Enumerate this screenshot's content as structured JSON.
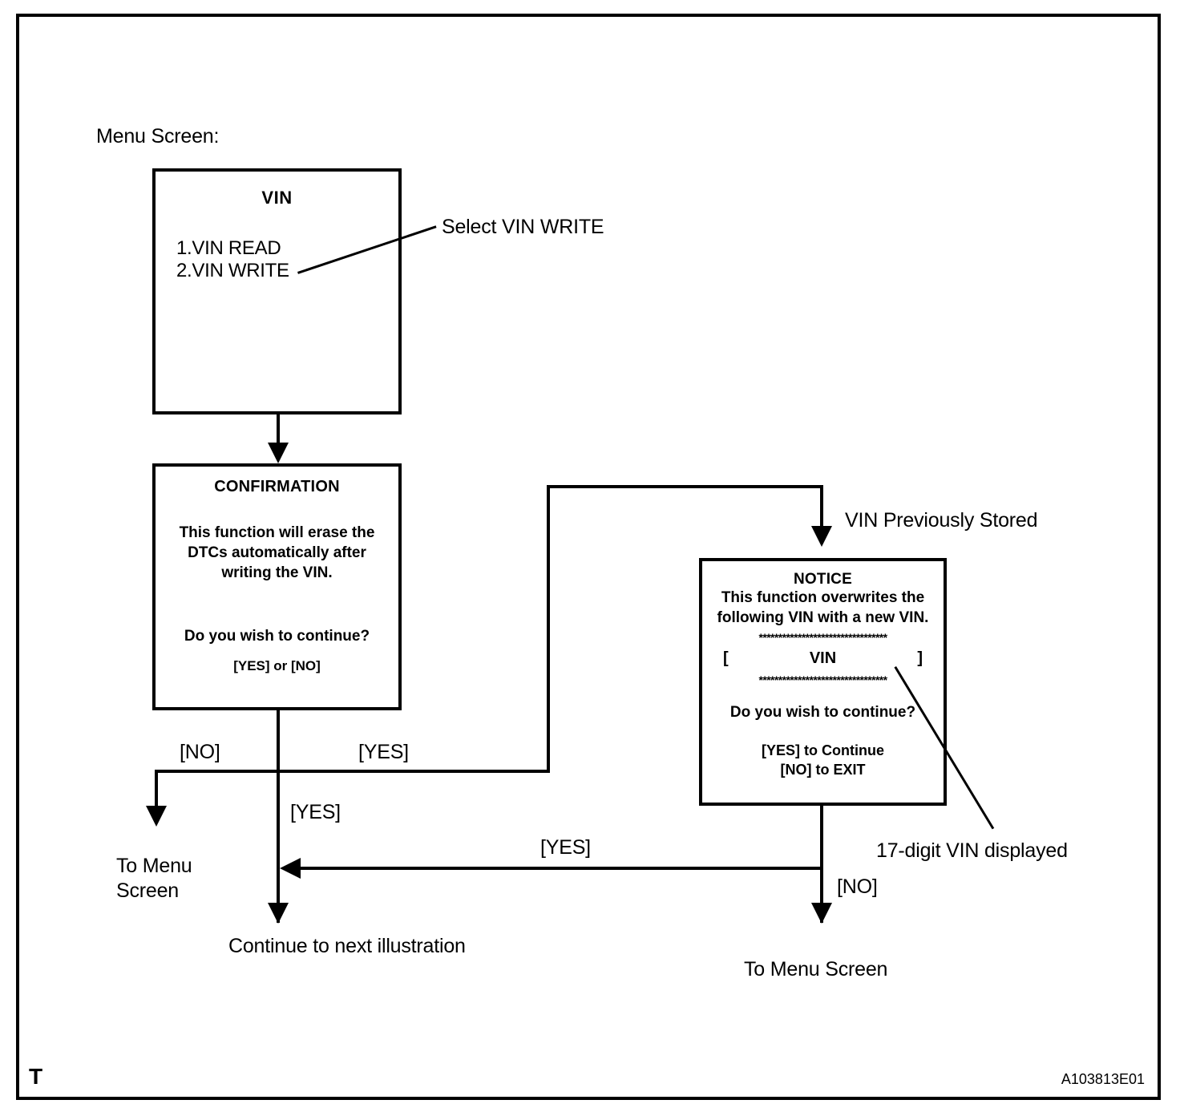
{
  "diagram": {
    "heading": "Menu Screen:",
    "corner_mark": "T",
    "figure_id": "A103813E01"
  },
  "screens": {
    "vin_menu": {
      "title": "VIN",
      "items": [
        {
          "label": "1.VIN READ",
          "selected": false
        },
        {
          "label": "2.VIN WRITE",
          "selected": true
        }
      ]
    },
    "confirmation": {
      "title": "CONFIRMATION",
      "body_line1": "This function will erase the",
      "body_line2": "DTCs automatically after",
      "body_line3": "writing the VIN.",
      "question": "Do you wish to continue?",
      "choices": "[YES] or [NO]"
    },
    "notice": {
      "title": "NOTICE",
      "body_line1": "This function overwrites the",
      "body_line2": "following VIN with a new VIN.",
      "separator": "*********************************",
      "bracket_left": "[",
      "vin_placeholder": "VIN",
      "bracket_right": "]",
      "question": "Do you wish to continue?",
      "choice_yes": "[YES] to Continue",
      "choice_no": "[NO] to EXIT"
    }
  },
  "callouts": {
    "select_vin_write": "Select VIN WRITE",
    "vin_previously_stored": "VIN Previously Stored",
    "vin_17_digit": "17-digit VIN displayed"
  },
  "flow_labels": {
    "confirm_no": "[NO]",
    "confirm_yes_right": "[YES]",
    "confirm_yes_down": "[YES]",
    "notice_yes": "[YES]",
    "notice_no": "[NO]"
  },
  "terminals": {
    "to_menu_screen_left_line1": "To Menu",
    "to_menu_screen_left_line2": "Screen",
    "continue_next_illustration": "Continue to next illustration",
    "to_menu_screen_right": "To Menu Screen"
  }
}
